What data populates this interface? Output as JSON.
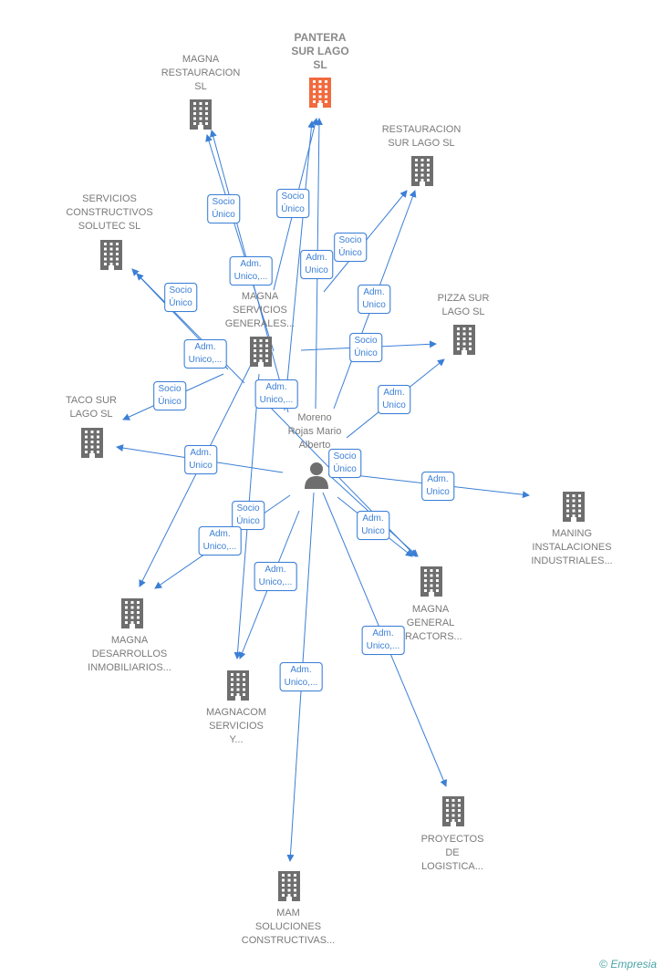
{
  "person": {
    "name": "Moreno\nRojas Mario\nAlberto"
  },
  "companies": [
    {
      "id": "pantera",
      "name": "PANTERA\nSUR LAGO\nSL",
      "focus": true
    },
    {
      "id": "magna_restauracion",
      "name": "MAGNA\nRESTAURACION\nSL"
    },
    {
      "id": "restauracion_sur",
      "name": "RESTAURACION\nSUR LAGO  SL"
    },
    {
      "id": "servicios_constructivos",
      "name": "SERVICIOS\nCONSTRUCTIVOS\nSOLUTEC  SL"
    },
    {
      "id": "magna_servicios",
      "name": "MAGNA\nSERVICIOS\nGENERALES..."
    },
    {
      "id": "pizza",
      "name": "PIZZA SUR\nLAGO  SL"
    },
    {
      "id": "taco",
      "name": "TACO SUR\nLAGO  SL"
    },
    {
      "id": "maning",
      "name": "MANING\nINSTALACIONES\nINDUSTRIALES..."
    },
    {
      "id": "magna_general",
      "name": "MAGNA\nGENERAL\nTRACTORS..."
    },
    {
      "id": "magna_desarrollos",
      "name": "MAGNA\nDESARROLLOS\nINMOBILIARIOS..."
    },
    {
      "id": "magnacom",
      "name": "MAGNACOM\nSERVICIOS\nY..."
    },
    {
      "id": "proyectos",
      "name": "PROYECTOS\nDE\nLOGISTICA..."
    },
    {
      "id": "mam",
      "name": "MAM\nSOLUCIONES\nCONSTRUCTIVAS..."
    }
  ],
  "edge_labels": [
    "Socio\nÚnico",
    "Socio\nÚnico",
    "Adm.\nUnico,...",
    "Adm.\nUnico",
    "Socio\nÚnico",
    "Adm.\nUnico",
    "Socio\nÚnico",
    "Adm.\nUnico,...",
    "Socio\nÚnico",
    "Socio\nÚnico",
    "Adm.\nUnico,...",
    "Adm.\nUnico",
    "Socio\nÚnico",
    "Adm.\nUnico",
    "Adm.\nUnico",
    "Adm.\nUnico",
    "Socio\nÚnico",
    "Adm.\nUnico,...",
    "Adm.\nUnico,...",
    "Adm.\nUnico,...",
    "Adm.\nUnico,..."
  ],
  "colors": {
    "edge": "#3b7fd6",
    "node": "#6e6e6e",
    "focus": "#f26a3d"
  },
  "footer": {
    "symbol": "©",
    "brand": "Empresia"
  }
}
